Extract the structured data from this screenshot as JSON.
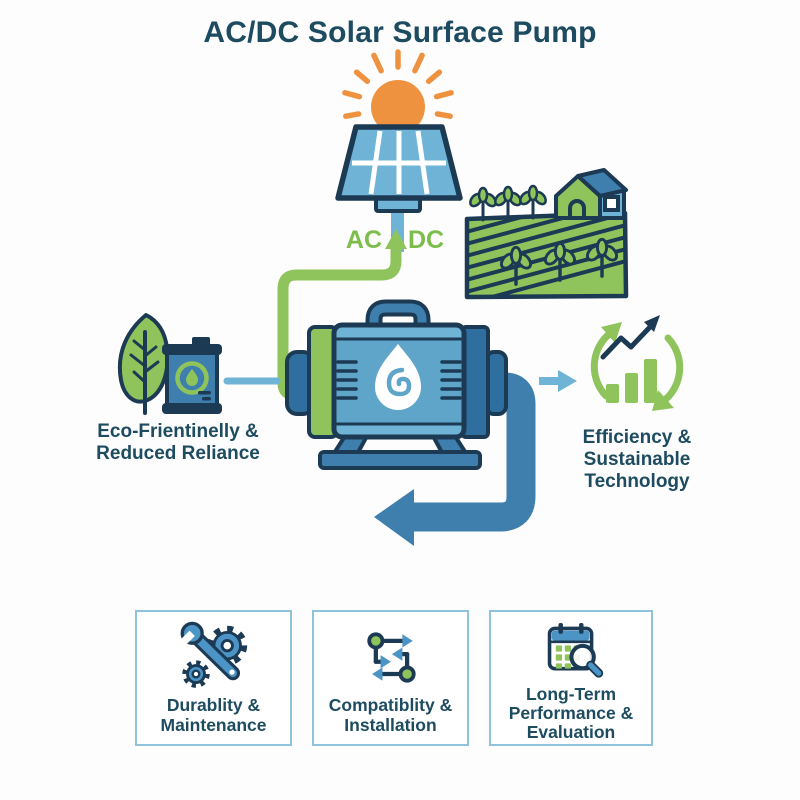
{
  "title": "AC/DC Solar Surface Pump",
  "colors": {
    "background": "#fdfdfd",
    "navy": "#1c3a54",
    "text": "#1d4b60",
    "green": "#8fc45c",
    "green_label": "#7cbd4c",
    "orange": "#ee9240",
    "blue_light": "#6fb4d6",
    "blue_mid": "#5ea5c9",
    "blue": "#3f7fae",
    "blue_dark": "#2e6f9f",
    "icon_blue": "#4d94c6",
    "card_border": "#8ec3db"
  },
  "converter": {
    "ac_label": "AC",
    "dc_label": "DC"
  },
  "labels": {
    "eco": {
      "line1": "Eco-Frientinelly &",
      "line2": "Reduced Reliance"
    },
    "efficiency": {
      "line1": "Efficiency &",
      "line2": "Sustainable",
      "line3": "Technology"
    }
  },
  "icons": {
    "sun": "sun-icon",
    "solar_panel": "solar-panel-icon",
    "farm": "farm-field-icon",
    "house": "house-icon",
    "leaf": "leaf-icon",
    "barrel": "oil-barrel-icon",
    "pump": "water-pump-icon",
    "drop": "water-drop-icon",
    "up_arrow": "up-arrow-icon",
    "right_arrow": "right-arrow-icon",
    "output_arrow": "water-output-arrow-icon",
    "cycle": "growth-cycle-icon",
    "wrench_gears": "wrench-gears-icon",
    "flow_nodes": "flow-nodes-icon",
    "calendar_search": "calendar-search-icon"
  },
  "cards": [
    {
      "icon": "wrench-gears-icon",
      "line1": "Durablity &",
      "line2": "Maintenance"
    },
    {
      "icon": "flow-nodes-icon",
      "line1": "Compatiblity &",
      "line2": "Installation"
    },
    {
      "icon": "calendar-search-icon",
      "line1": "Long-Term",
      "line2": "Performance &",
      "line3": "Evaluation"
    }
  ]
}
